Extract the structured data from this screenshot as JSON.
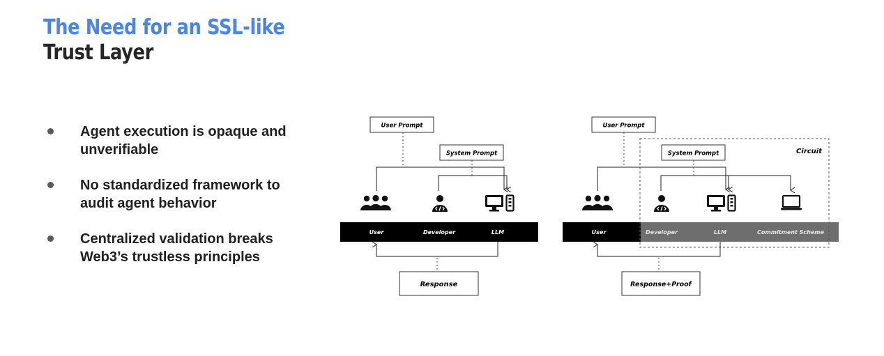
{
  "title": {
    "line1": "The Need for an SSL-like",
    "line2": "Trust Layer"
  },
  "bullets": [
    "Agent execution is opaque and unverifiable",
    "No standardized framework to audit agent behavior",
    "Centralized validation breaks Web3’s trustless principles"
  ],
  "diagram_left": {
    "user_prompt": "User Prompt",
    "system_prompt": "System Prompt",
    "bar_labels": [
      "User",
      "Developer",
      "LLM"
    ],
    "response": "Response",
    "icons": [
      "users-group-icon",
      "developer-icon",
      "computer-tower-icon"
    ]
  },
  "diagram_right": {
    "user_prompt": "User Prompt",
    "system_prompt": "System Prompt",
    "circuit_label": "Circuit",
    "bar_labels": [
      "User",
      "Developer",
      "LLM",
      "Commitment Scheme"
    ],
    "response": "Response+Proof",
    "icons": [
      "users-group-icon",
      "developer-icon",
      "computer-tower-icon",
      "laptop-icon"
    ]
  },
  "colors": {
    "title_accent": "#4a86e8",
    "title_dark": "#262626",
    "bar": "#000000",
    "circuit_overlay": "#6e6e6e"
  }
}
